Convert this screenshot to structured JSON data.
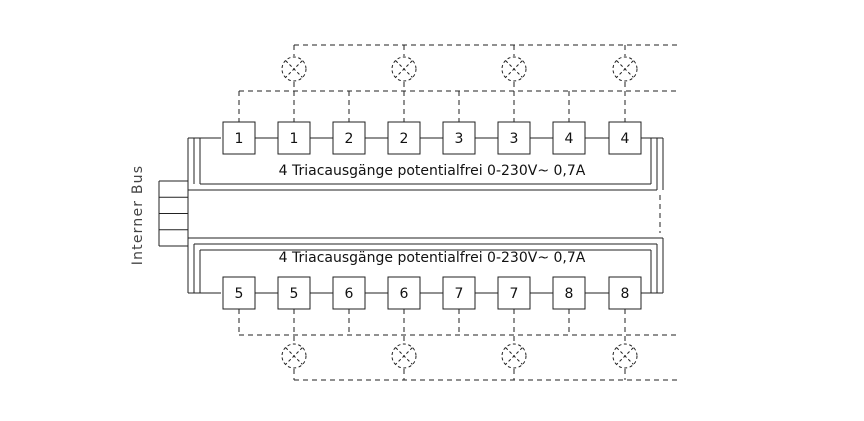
{
  "top_module": {
    "caption": "4 Triacausgänge potentialfrei 0-230V~ 0,7A",
    "terminals": [
      "1",
      "1",
      "2",
      "2",
      "3",
      "3",
      "4",
      "4"
    ],
    "lamp_count": 4
  },
  "bottom_module": {
    "caption": "4 Triacausgänge potentialfrei 0-230V~ 0,7A",
    "terminals": [
      "5",
      "5",
      "6",
      "6",
      "7",
      "7",
      "8",
      "8"
    ],
    "lamp_count": 4
  },
  "bus": {
    "label": "Interner Bus",
    "line_count": 5
  }
}
